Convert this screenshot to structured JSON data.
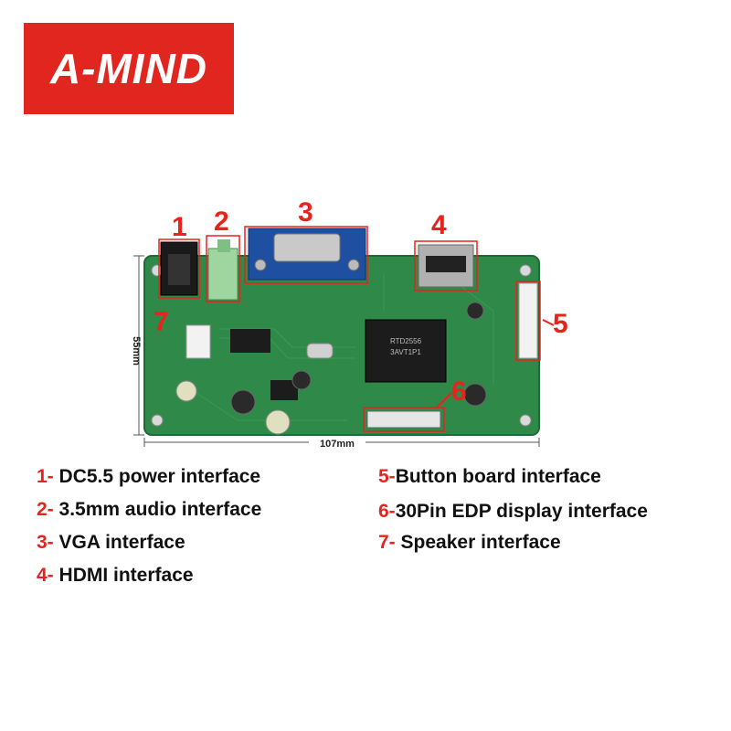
{
  "logo": {
    "text": "A-MIND"
  },
  "dimensions": {
    "height": "55mm",
    "width": "107mm"
  },
  "callouts": [
    "1",
    "2",
    "3",
    "4",
    "5",
    "6",
    "7"
  ],
  "legend": [
    {
      "num": "1-",
      "text": "DC5.5 power interface"
    },
    {
      "num": "2-",
      "text": "3.5mm audio interface"
    },
    {
      "num": "3-",
      "text": "VGA interface"
    },
    {
      "num": "4-",
      "text": "HDMI interface"
    },
    {
      "num": "5-",
      "text": "Button board interface"
    },
    {
      "num": "6-",
      "text": "30Pin EDP display interface"
    },
    {
      "num": "7-",
      "text": "Speaker interface"
    }
  ],
  "chip": {
    "line1": "RTD2556",
    "line2": "3AVT1P1"
  },
  "colors": {
    "brand_red": "#e0261f",
    "callout_red": "#e8221c",
    "pcb_green": "#2f8a4a",
    "vga_blue": "#1f4fa0"
  }
}
